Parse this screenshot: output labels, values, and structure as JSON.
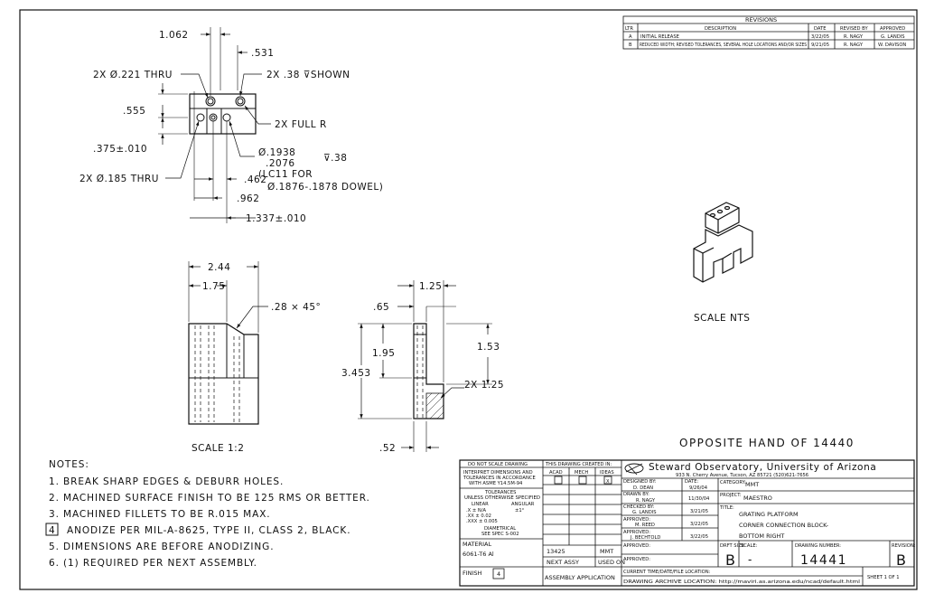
{
  "revisions": {
    "header": "REVISIONS",
    "columns": [
      "LTR",
      "DESCRIPTION",
      "DATE",
      "REVISED BY",
      "APPROVED"
    ],
    "rows": [
      {
        "ltr": "A",
        "desc": "INITIAL RELEASE",
        "date": "3/22/05",
        "by": "R. NAGY",
        "approved": "G. LANDIS"
      },
      {
        "ltr": "B",
        "desc": "REDUCED WIDTH; REVISED TOLERANCES, SEVERAL HOLE LOCATIONS AND/OR SIZES",
        "date": "9/21/05",
        "by": "R. NAGY",
        "approved": "W. DAVISON"
      }
    ]
  },
  "top_view": {
    "dims": {
      "overall_top": "1.062",
      "d531": ".531",
      "hole221": "2X Ø.221 THRU",
      "depth38": "2X .38 ⊽SHOWN",
      "d555": ".555",
      "full_r": "2X FULL R",
      "d375": ".375±.010",
      "bore_top": "Ø.1938",
      "bore_bot": ".2076",
      "bore_depth": "⊽.38",
      "lc11": "(LC11 FOR",
      "dowel": "Ø.1876-.1878 DOWEL)",
      "hole185": "2X Ø.185 THRU",
      "d462": ".462",
      "d962": ".962",
      "d1337": "1.337±.010"
    }
  },
  "front_view": {
    "dims": {
      "d244": "2.44",
      "d175": "1.75",
      "chamfer": ".28 × 45°"
    },
    "scale": "SCALE 1:2"
  },
  "side_view": {
    "dims": {
      "d125_top": "1.25",
      "d65": ".65",
      "d195": "1.95",
      "d3453": "3.453",
      "d153": "1.53",
      "d2x125": "2X 1.25",
      "d52": ".52"
    }
  },
  "iso_view": {
    "scale": "SCALE NTS"
  },
  "opposite_hand": "OPPOSITE HAND OF 14440",
  "notes": {
    "heading": "NOTES:",
    "items": [
      "1. BREAK SHARP EDGES & DEBURR HOLES.",
      "2. MACHINED SURFACE FINISH TO BE 125 RMS OR BETTER.",
      "3. MACHINED FILLETS TO BE R.015 MAX.",
      "ANODIZE PER MIL-A-8625, TYPE II, CLASS 2, BLACK.",
      "5. DIMENSIONS ARE BEFORE ANODIZING.",
      "6. (1) REQUIRED PER NEXT ASSEMBLY."
    ],
    "flag_number": "4"
  },
  "title_block": {
    "do_not_scale": "DO NOT SCALE DRAWING",
    "interpret1": "INTERPRET DIMENSIONS AND",
    "interpret2": "TOLERANCES IN ACCORDANCE",
    "interpret3": "WITH ASME Y14.5M-94",
    "tolerances": "TOLERANCES",
    "unless": "UNLESS OTHERWISE SPECIFIED",
    "linear": "LINEAR",
    "angular": "ANGULAR",
    "tol_x": ".X ± N/A",
    "tol_xx": ".XX ± 0.02",
    "tol_xxx": ".XXX ± 0.005",
    "tol_ang": "±1°",
    "diametrical": "DIAMETRICAL",
    "see_spec": "SEE SPEC S-002",
    "material_label": "MATERIAL",
    "material": "6061-T6 Al",
    "finish_label": "FINISH",
    "finish_flag": "4",
    "created_in": "THIS DRAWING CREATED IN:",
    "software": [
      "ACAD",
      "MECH",
      "IDEAS"
    ],
    "ideas_mark": "X",
    "next_assy_val": "13425",
    "used_on_val": "MMT",
    "next_assy": "NEXT ASSY",
    "used_on": "USED ON",
    "assembly_app": "ASSEMBLY APPLICATION",
    "org": "Steward Observatory, University of Arizona",
    "address": "933 N. Cherry Avenue, Tucson, AZ 85721 (520)621-7656",
    "designed_by_label": "DESIGNED BY:",
    "designed_by": "D. DEAN",
    "date_label": "DATE:",
    "designed_date": "9/26/04",
    "category_label": "CATEGORY:",
    "category": "MMT",
    "drawn_by_label": "DRAWN BY:",
    "drawn_by": "R. NAGY",
    "drawn_date": "11/30/04",
    "project_label": "PROJECT:",
    "project": "MAESTRO",
    "checked_label": "CHECKED BY:",
    "checked_by": "G. LANDIS",
    "checked_date": "3/21/05",
    "title_label": "TITLE:",
    "title1": "GRATING PLATFORM",
    "title2": "CORNER CONNECTION BLOCK-",
    "title3": "BOTTOM RIGHT",
    "approved1_label": "APPROVED:",
    "approved1": "M. REED",
    "approved1_date": "3/22/05",
    "approved2_label": "APPROVED:",
    "approved2": "J. BECHTOLD",
    "approved2_date": "3/22/05",
    "approved3_label": "APPROVED:",
    "approved4_label": "APPROVED:",
    "size_label": "DRFT SIZE",
    "size": "B",
    "scale_label": "SCALE:",
    "scale": "-",
    "dwg_no_label": "DRAWING NUMBER:",
    "dwg_no": "14441",
    "revision_label": "REVISION:",
    "revision": "B",
    "current_time": "CURRENT TIME/DATE/FILE LOCATION:",
    "archive": "DRAWING ARCHIVE LOCATION: http://maviri.as.arizona.edu/ncad/default.html",
    "sheet": "SHEET 1 OF 1"
  }
}
